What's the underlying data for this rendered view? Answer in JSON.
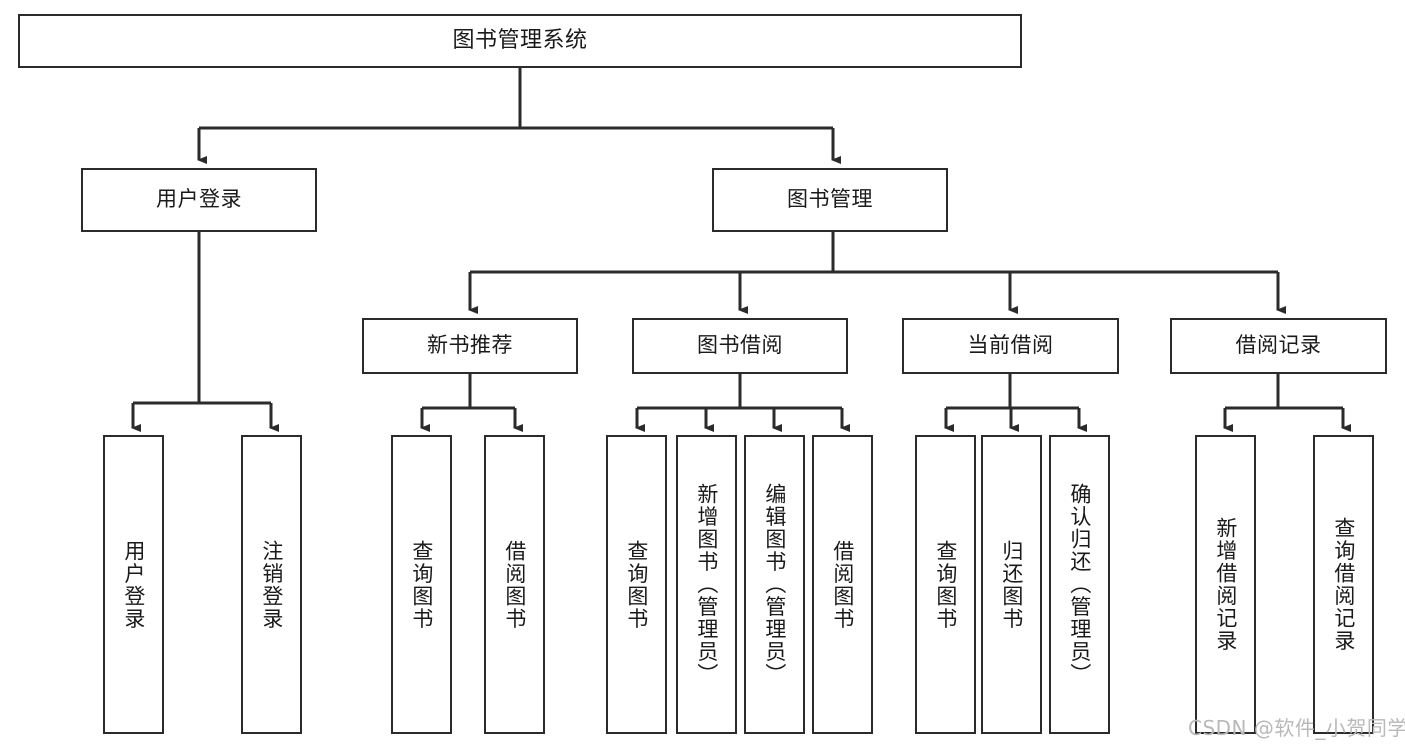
{
  "diagram": {
    "title": "图书管理系统",
    "type": "tree",
    "orientation": "top-down",
    "colors": {
      "box_stroke": "#2b2b2b",
      "box_fill": "#ffffff",
      "connector": "#2b2b2b",
      "text": "#1a1a1a",
      "watermark": "#b9b9b9",
      "background": "#ffffff"
    },
    "nodes": {
      "root": {
        "label": "图书管理系统"
      },
      "level2": [
        {
          "id": "user-login",
          "label": "用户登录"
        },
        {
          "id": "book-management",
          "label": "图书管理"
        }
      ],
      "level3": [
        {
          "id": "new-book-recommend",
          "label": "新书推荐"
        },
        {
          "id": "book-borrow",
          "label": "图书借阅"
        },
        {
          "id": "current-borrow",
          "label": "当前借阅"
        },
        {
          "id": "borrow-record",
          "label": "借阅记录"
        }
      ],
      "leaves": {
        "user-login": [
          {
            "id": "login",
            "label": "用户登录"
          },
          {
            "id": "logout",
            "label": "注销登录"
          }
        ],
        "new-book-recommend": [
          {
            "id": "query-books-1",
            "label": "查询图书"
          },
          {
            "id": "borrow-books-1",
            "label": "借阅图书"
          }
        ],
        "book-borrow": [
          {
            "id": "query-books-2",
            "label": "查询图书"
          },
          {
            "id": "add-book-admin",
            "label": "新增图书（管理员）"
          },
          {
            "id": "edit-book-admin",
            "label": "编辑图书（管理员）"
          },
          {
            "id": "borrow-books-2",
            "label": "借阅图书"
          }
        ],
        "current-borrow": [
          {
            "id": "query-books-3",
            "label": "查询图书"
          },
          {
            "id": "return-book",
            "label": "归还图书"
          },
          {
            "id": "confirm-return-admin",
            "label": "确认归还（管理员）"
          }
        ],
        "borrow-record": [
          {
            "id": "add-borrow-record",
            "label": "新增借阅记录"
          },
          {
            "id": "query-borrow-record",
            "label": "查询借阅记录"
          }
        ]
      }
    },
    "watermark": "CSDN @软件_小贺同学"
  }
}
